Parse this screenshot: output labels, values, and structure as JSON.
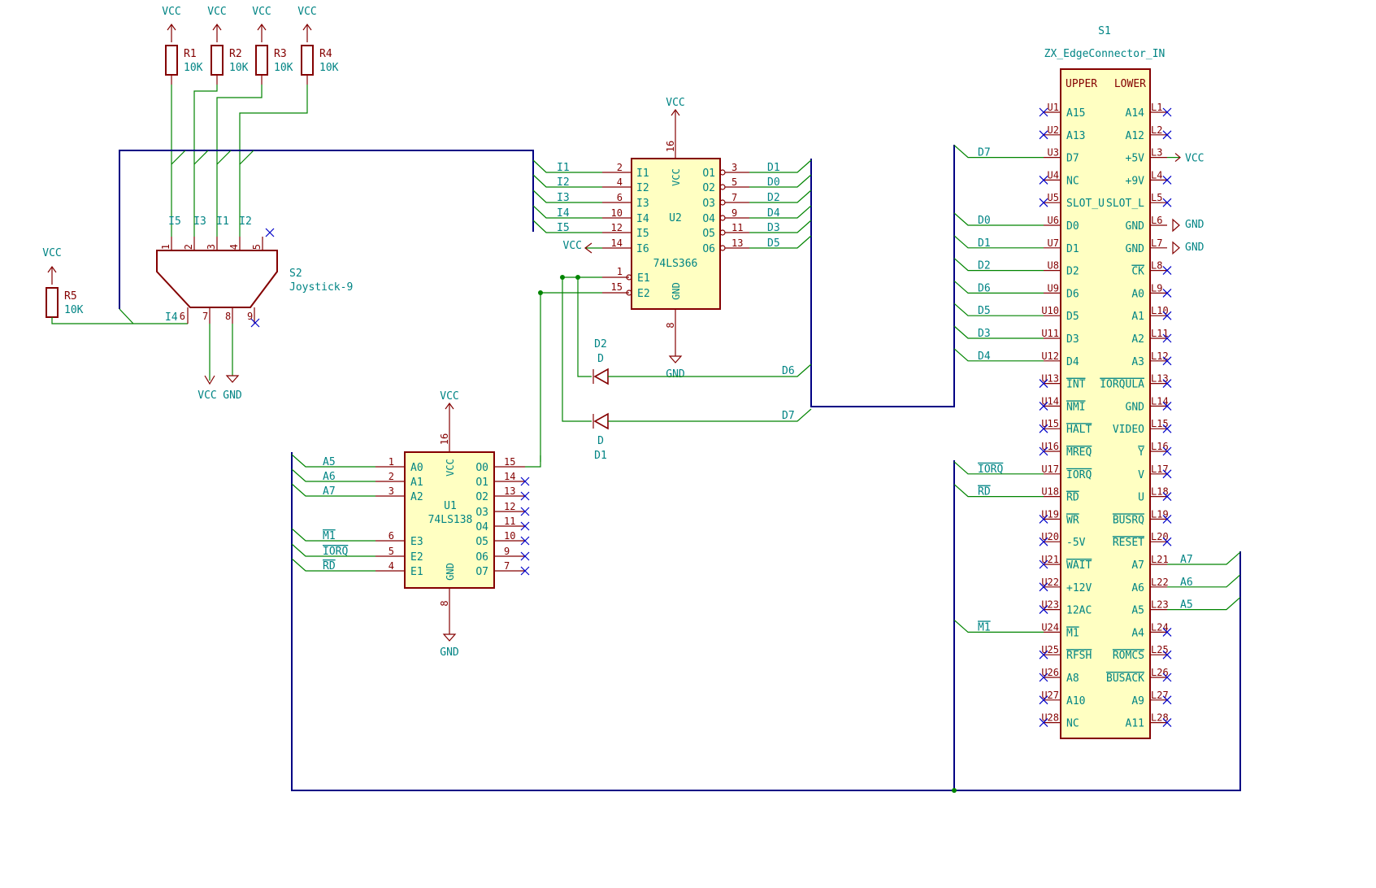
{
  "power": {
    "vcc": "VCC",
    "gnd": "GND"
  },
  "resistors": [
    {
      "ref": "R1",
      "value": "10K"
    },
    {
      "ref": "R2",
      "value": "10K"
    },
    {
      "ref": "R3",
      "value": "10K"
    },
    {
      "ref": "R4",
      "value": "10K"
    },
    {
      "ref": "R5",
      "value": "10K"
    }
  ],
  "joystick": {
    "ref": "S2",
    "value": "Joystick-9",
    "pins": [
      "1",
      "2",
      "3",
      "4",
      "5",
      "6",
      "7",
      "8",
      "9"
    ],
    "nets": [
      "I5",
      "I3",
      "I1",
      "I2",
      "I4"
    ]
  },
  "u2": {
    "ref": "U2",
    "value": "74LS366",
    "vcc_pin": "16",
    "gnd_pin": "8",
    "vcc_label": "VCC",
    "gnd_label": "GND",
    "inputs": [
      {
        "net": "I1",
        "pin": "2",
        "name": "I1"
      },
      {
        "net": "I2",
        "pin": "4",
        "name": "I2"
      },
      {
        "net": "I3",
        "pin": "6",
        "name": "I3"
      },
      {
        "net": "I4",
        "pin": "10",
        "name": "I4"
      },
      {
        "net": "I5",
        "pin": "12",
        "name": "I5"
      },
      {
        "net": "VCC",
        "pin": "14",
        "name": "I6"
      }
    ],
    "enables": [
      {
        "pin": "1",
        "name": "E1"
      },
      {
        "pin": "15",
        "name": "E2"
      }
    ],
    "outputs": [
      {
        "pin": "3",
        "name": "O1",
        "net": "D1"
      },
      {
        "pin": "5",
        "name": "O2",
        "net": "D0"
      },
      {
        "pin": "7",
        "name": "O3",
        "net": "D2"
      },
      {
        "pin": "9",
        "name": "O4",
        "net": "D4"
      },
      {
        "pin": "11",
        "name": "O5",
        "net": "D3"
      },
      {
        "pin": "13",
        "name": "O6",
        "net": "D5"
      }
    ]
  },
  "u1": {
    "ref": "U1",
    "value": "74LS138",
    "vcc_pin": "16",
    "gnd_pin": "8",
    "vcc_label": "VCC",
    "gnd_label": "GND",
    "inputs": [
      {
        "net": "A5",
        "pin": "1",
        "name": "A0"
      },
      {
        "net": "A6",
        "pin": "2",
        "name": "A1"
      },
      {
        "net": "A7",
        "pin": "3",
        "name": "A2"
      },
      {
        "net": "M1",
        "pin": "6",
        "name": "E3"
      },
      {
        "net": "IORQ",
        "pin": "5",
        "name": "E2"
      },
      {
        "net": "RD",
        "pin": "4",
        "name": "E1"
      }
    ],
    "outputs": [
      {
        "pin": "15",
        "name": "O0"
      },
      {
        "pin": "14",
        "name": "O1"
      },
      {
        "pin": "13",
        "name": "O2"
      },
      {
        "pin": "12",
        "name": "O3"
      },
      {
        "pin": "11",
        "name": "O4"
      },
      {
        "pin": "10",
        "name": "O5"
      },
      {
        "pin": "9",
        "name": "O6"
      },
      {
        "pin": "7",
        "name": "O7"
      }
    ]
  },
  "diodes": [
    {
      "ref": "D2",
      "value": "D",
      "net": "D6"
    },
    {
      "ref": "D1",
      "value": "D",
      "net": "D7"
    }
  ],
  "connector": {
    "ref": "S1",
    "value": "ZX_EdgeConnector_IN",
    "header_upper": "UPPER",
    "header_lower": "LOWER",
    "rows": [
      {
        "u": "U1",
        "un": "A15",
        "l": "L1",
        "ln": "A14",
        "unet": "",
        "lnet": ""
      },
      {
        "u": "U2",
        "un": "A13",
        "l": "L2",
        "ln": "A12",
        "unet": "",
        "lnet": ""
      },
      {
        "u": "U3",
        "un": "D7",
        "l": "L3",
        "ln": "+5V",
        "unet": "D7",
        "lnet": "VCC"
      },
      {
        "u": "U4",
        "un": "NC",
        "l": "L4",
        "ln": "+9V",
        "unet": "",
        "lnet": ""
      },
      {
        "u": "U5",
        "un": "SLOT_U",
        "l": "L5",
        "ln": "SLOT_L",
        "unet": "",
        "lnet": ""
      },
      {
        "u": "U6",
        "un": "D0",
        "l": "L6",
        "ln": "GND",
        "unet": "D0",
        "lnet": "GND"
      },
      {
        "u": "U7",
        "un": "D1",
        "l": "L7",
        "ln": "GND",
        "unet": "D1",
        "lnet": "GND"
      },
      {
        "u": "U8",
        "un": "D2",
        "l": "L8",
        "ln": "CK",
        "unet": "D2",
        "lnet": ""
      },
      {
        "u": "U9",
        "un": "D6",
        "l": "L9",
        "ln": "A0",
        "unet": "D6",
        "lnet": ""
      },
      {
        "u": "U10",
        "un": "D5",
        "l": "L10",
        "ln": "A1",
        "unet": "D5",
        "lnet": ""
      },
      {
        "u": "U11",
        "un": "D3",
        "l": "L11",
        "ln": "A2",
        "unet": "D3",
        "lnet": ""
      },
      {
        "u": "U12",
        "un": "D4",
        "l": "L12",
        "ln": "A3",
        "unet": "D4",
        "lnet": ""
      },
      {
        "u": "U13",
        "un": "INT",
        "l": "L13",
        "ln": "IORQULA",
        "unet": "",
        "lnet": ""
      },
      {
        "u": "U14",
        "un": "NMI",
        "l": "L14",
        "ln": "GND",
        "unet": "",
        "lnet": ""
      },
      {
        "u": "U15",
        "un": "HALT",
        "l": "L15",
        "ln": "VIDEO",
        "unet": "",
        "lnet": ""
      },
      {
        "u": "U16",
        "un": "MREQ",
        "l": "L16",
        "ln": "Y",
        "unet": "",
        "lnet": ""
      },
      {
        "u": "U17",
        "un": "IORQ",
        "l": "L17",
        "ln": "V",
        "unet": "IORQ",
        "lnet": ""
      },
      {
        "u": "U18",
        "un": "RD",
        "l": "L18",
        "ln": "U",
        "unet": "RD",
        "lnet": ""
      },
      {
        "u": "U19",
        "un": "WR",
        "l": "L19",
        "ln": "BUSRQ",
        "unet": "",
        "lnet": ""
      },
      {
        "u": "U20",
        "un": "-5V",
        "l": "L20",
        "ln": "RESET",
        "unet": "",
        "lnet": ""
      },
      {
        "u": "U21",
        "un": "WAIT",
        "l": "L21",
        "ln": "A7",
        "unet": "",
        "lnet": "A7"
      },
      {
        "u": "U22",
        "un": "+12V",
        "l": "L22",
        "ln": "A6",
        "unet": "",
        "lnet": "A6"
      },
      {
        "u": "U23",
        "un": "12AC",
        "l": "L23",
        "ln": "A5",
        "unet": "",
        "lnet": "A5"
      },
      {
        "u": "U24",
        "un": "M1",
        "l": "L24",
        "ln": "A4",
        "unet": "M1",
        "lnet": ""
      },
      {
        "u": "U25",
        "un": "RFSH",
        "l": "L25",
        "ln": "ROMCS",
        "unet": "",
        "lnet": ""
      },
      {
        "u": "U26",
        "un": "A8",
        "l": "L26",
        "ln": "BUSACK",
        "unet": "",
        "lnet": ""
      },
      {
        "u": "U27",
        "un": "A10",
        "l": "L27",
        "ln": "A9",
        "unet": "",
        "lnet": ""
      },
      {
        "u": "U28",
        "un": "NC",
        "l": "L28",
        "ln": "A11",
        "unet": "",
        "lnet": ""
      }
    ]
  },
  "colors": {
    "component": "#840000",
    "label": "#008484",
    "wire": "#008400",
    "bus": "#000084",
    "body_fill": "#ffffc2",
    "no_connect": "#0000c8"
  }
}
